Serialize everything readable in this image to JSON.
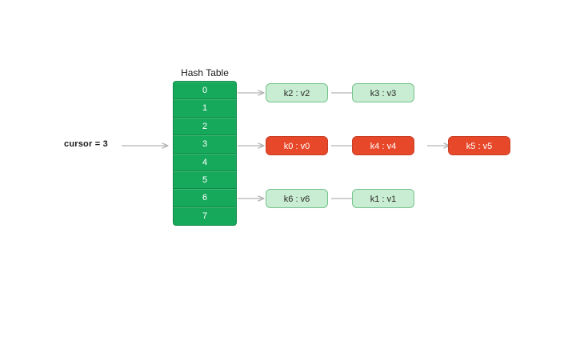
{
  "diagram": {
    "background": "#ffffff",
    "cursor": {
      "label": "cursor = 3",
      "points_to_slot": 3
    },
    "hash_table": {
      "title": "Hash Table",
      "slot_fill": "#17a95b",
      "slot_text_color": "#ffffff",
      "slots": [
        {
          "index": "0"
        },
        {
          "index": "1"
        },
        {
          "index": "2"
        },
        {
          "index": "3"
        },
        {
          "index": "4"
        },
        {
          "index": "5"
        },
        {
          "index": "6"
        },
        {
          "index": "7"
        }
      ]
    },
    "colors": {
      "green_node_fill": "#c9edd2",
      "green_node_border": "#74c38c",
      "red_node_fill": "#e8482a",
      "red_node_border": "#c93d22",
      "arrow": "#b3b3b3"
    },
    "chains": [
      {
        "slot": "0",
        "style": "green",
        "nodes": [
          {
            "label": "k2 : v2"
          },
          {
            "label": "k3 : v3"
          }
        ]
      },
      {
        "slot": "3",
        "style": "red",
        "nodes": [
          {
            "label": "k0 : v0"
          },
          {
            "label": "k4 : v4"
          },
          {
            "label": "k5 : v5"
          }
        ]
      },
      {
        "slot": "6",
        "style": "green",
        "nodes": [
          {
            "label": "k6 : v6"
          },
          {
            "label": "k1 : v1"
          }
        ]
      }
    ]
  }
}
